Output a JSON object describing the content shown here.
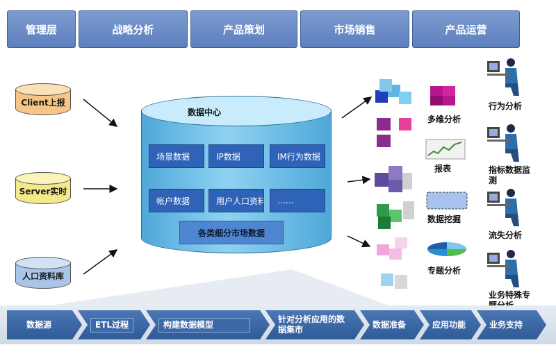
{
  "header": {
    "items": [
      {
        "label": "管理层"
      },
      {
        "label": "战略分析"
      },
      {
        "label": "产品策划"
      },
      {
        "label": "市场销售"
      },
      {
        "label": "产品运营"
      }
    ]
  },
  "sources": [
    {
      "label": "Client上报",
      "color": "#f4e88a"
    },
    {
      "label": "Server实时",
      "color": "#f6c689"
    },
    {
      "label": "人口资料库",
      "color": "#a9c6e8"
    }
  ],
  "data_center": {
    "title": "数据中心",
    "cells": [
      {
        "label": "场景数据"
      },
      {
        "label": "IP数据"
      },
      {
        "label": "IM行为数据"
      },
      {
        "label": "帐户数据"
      },
      {
        "label": "用户人口资料"
      },
      {
        "label": "……"
      },
      {
        "label": "各类细分市场数据"
      }
    ]
  },
  "applications": [
    {
      "label": "多维分析"
    },
    {
      "label": "报表"
    },
    {
      "label": "数据挖掘"
    },
    {
      "label": "专题分析"
    }
  ],
  "users": [
    {
      "label": "行为分析"
    },
    {
      "label": "指标数据监测"
    },
    {
      "label": "流失分析"
    },
    {
      "label": "业务特殊专题分析"
    }
  ],
  "pipeline": {
    "steps": [
      {
        "label": "数据源"
      },
      {
        "label": "ETL过程"
      },
      {
        "label": "构建数据模型"
      },
      {
        "label": "针对分析应用的数据集市"
      },
      {
        "label": "数据准备"
      },
      {
        "label": "应用功能"
      },
      {
        "label": "业务支持"
      }
    ]
  },
  "colors": {
    "header": "#6a8bc8",
    "cylinder": "#7cc6ea",
    "inner_box": "#2f63b8",
    "pipeline": "#3b66a6"
  }
}
